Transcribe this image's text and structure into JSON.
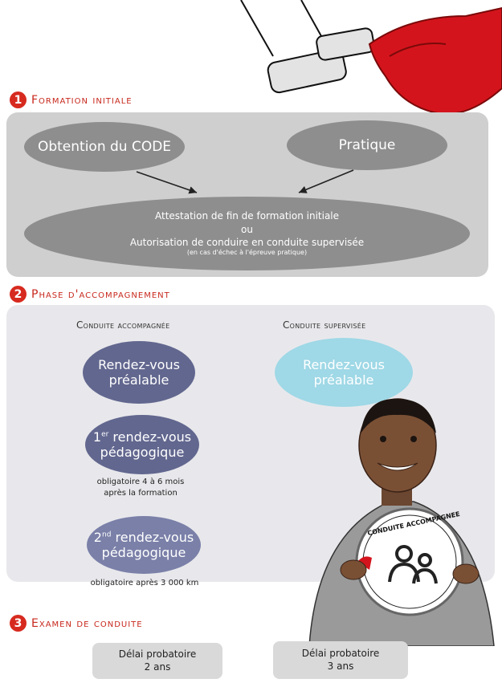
{
  "section1": {
    "number": "1",
    "title": "Formation initiale",
    "left_bubble": "Obtention du CODE",
    "right_bubble": "Pratique",
    "result_line1": "Attestation de fin de formation initiale",
    "result_or": "ou",
    "result_line2": "Autorisation de conduire en conduite supervisée",
    "result_note": "(en cas d'échec à l'épreuve pratique)"
  },
  "section2": {
    "number": "2",
    "title": "Phase d'accompagnement",
    "col_left_title": "Conduite accompagnée",
    "col_right_title": "Conduite supervisée",
    "left_rdv_prealable_1": "Rendez-vous",
    "left_rdv_prealable_2": "préalable",
    "right_rdv_prealable_1": "Rendez-vous",
    "right_rdv_prealable_2": "préalable",
    "rdv1_prefix": "1",
    "rdv1_sup": "er",
    "rdv1_rest": " rendez-vous",
    "rdv1_line2": "pédagogique",
    "rdv1_note_1": "obligatoire 4 à 6 mois",
    "rdv1_note_2": "après la formation",
    "rdv2_prefix": "2",
    "rdv2_sup": "nd",
    "rdv2_rest": " rendez-vous",
    "rdv2_line2": "pédagogique",
    "rdv2_note": "obligatoire après 3 000 km",
    "sign_text": "CONDUITE ACCOMPAGNEE"
  },
  "section3": {
    "number": "3",
    "title": "Examen de conduite",
    "box_left_1": "Délai probatoire",
    "box_left_2": "2 ans",
    "box_right_1": "Délai probatoire",
    "box_right_2": "3 ans"
  },
  "colors": {
    "accent_red": "#c8281d",
    "blob_dark": "#62678f",
    "blob_light": "#9fd8e6",
    "panel_grey": "#cfcfcf"
  }
}
